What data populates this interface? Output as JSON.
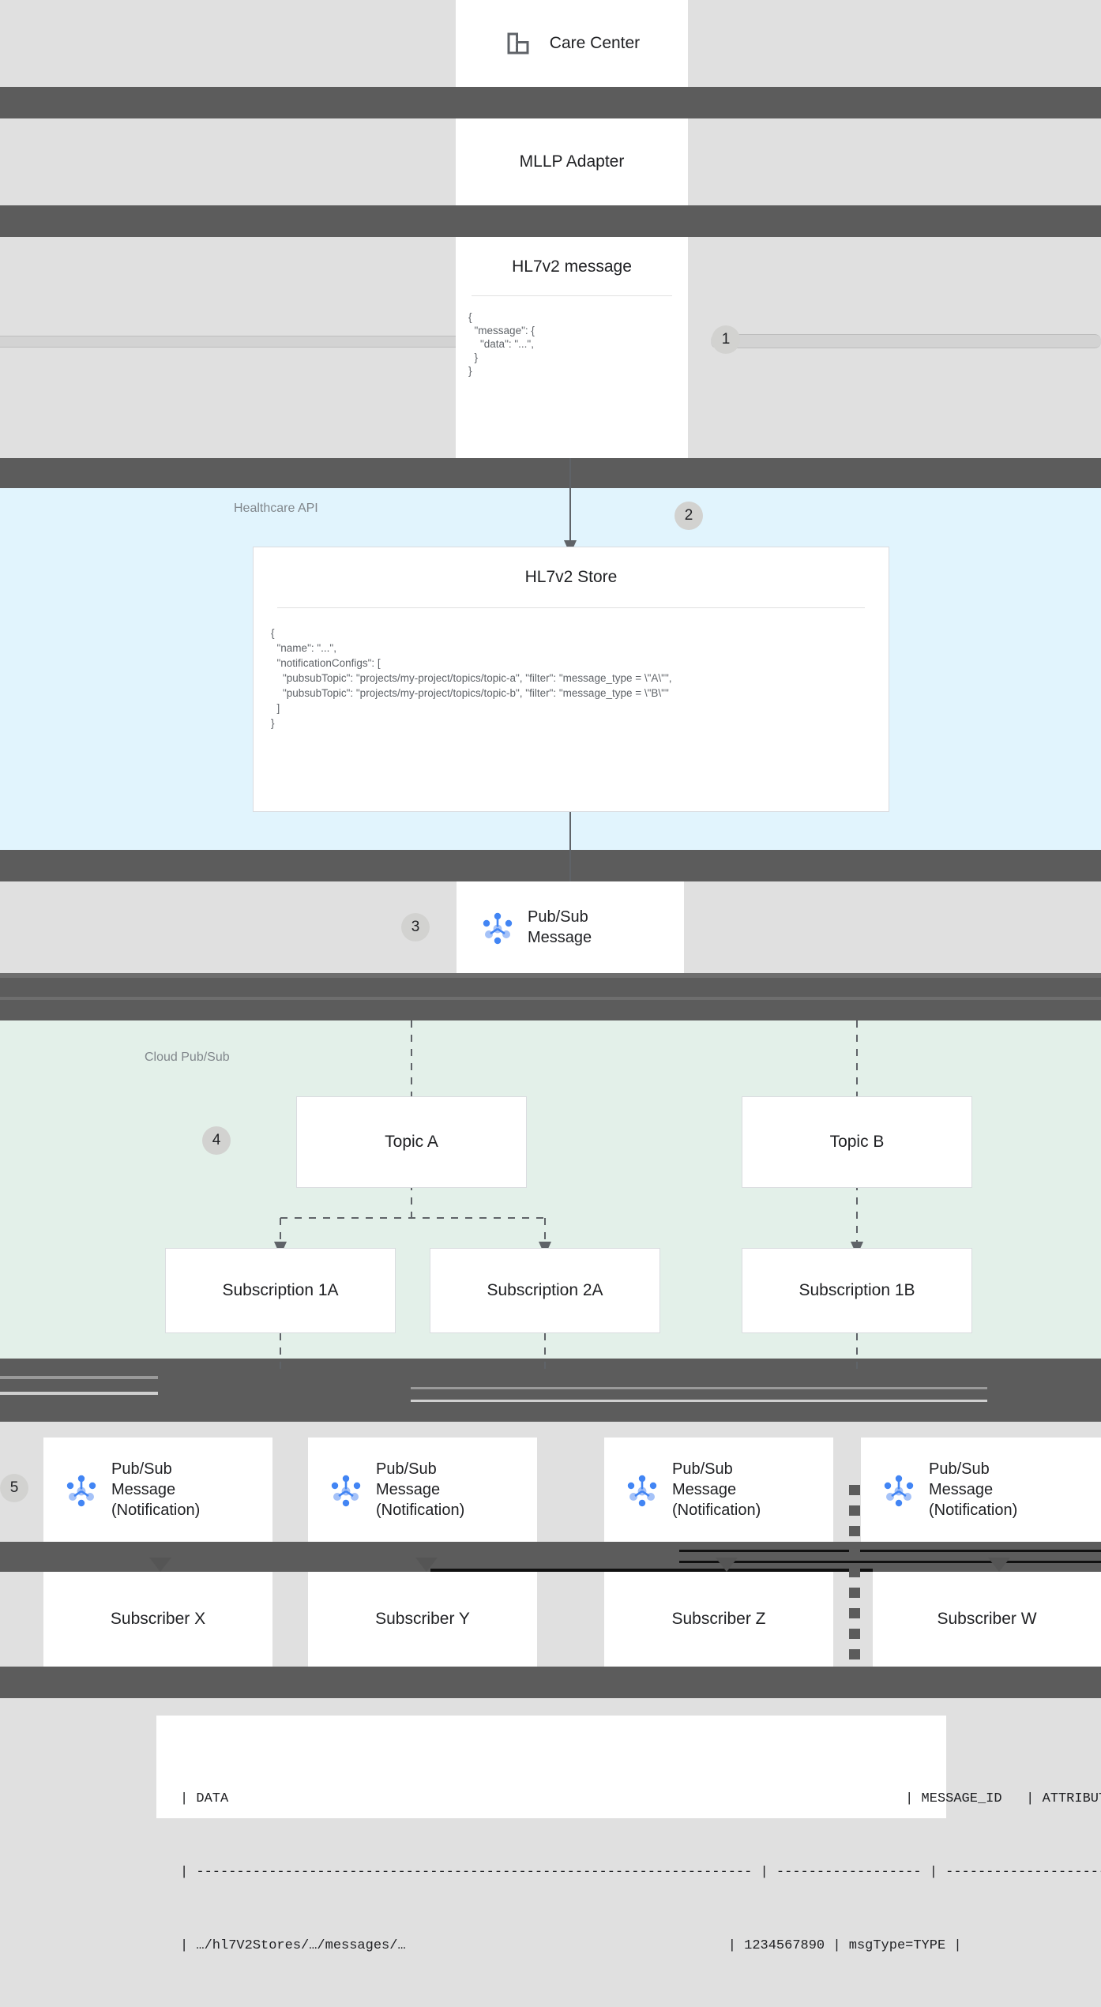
{
  "diagram": {
    "title": "Healthcare API HL7v2 Pub/Sub notification flow",
    "colors": {
      "band_grey": "#e0e0e0",
      "band_dark": "#5c5c5c",
      "healthcare_region": "#e1f4fd",
      "pubsub_region": "#e3f0e9",
      "card": "#ffffff",
      "card_border": "#dadce0",
      "step_badge": "#d2d2d0",
      "text": "#202124",
      "muted_text": "#5f6368",
      "region_label": "#80868b",
      "icon_blue_dark": "#4285f4",
      "icon_blue_light": "#a5c2f8"
    }
  },
  "steps": [
    {
      "id": "1",
      "label": "1"
    },
    {
      "id": "2",
      "label": "2"
    },
    {
      "id": "3",
      "label": "3"
    },
    {
      "id": "4",
      "label": "4"
    },
    {
      "id": "5",
      "label": "5"
    }
  ],
  "regions": {
    "healthcare_api": {
      "label": "Healthcare API"
    },
    "cloud_pubsub": {
      "label": "Cloud Pub/Sub"
    }
  },
  "nodes": {
    "care_center": {
      "label": "Care Center",
      "icon": "building-icon"
    },
    "mllp_adapter": {
      "label": "MLLP Adapter"
    },
    "hl7v2_message": {
      "title": "HL7v2 message",
      "body": "{\n  \"message\": {\n    \"data\": \"...\",\n  }\n}"
    },
    "hl7v2_store": {
      "title": "HL7v2 Store",
      "body": "{\n  \"name\": \"...\",\n  \"notificationConfigs\": [\n    \"pubsubTopic\": \"projects/my-project/topics/topic-a\", \"filter\": \"message_type = \\\"A\\\"\",\n    \"pubsubTopic\": \"projects/my-project/topics/topic-b\", \"filter\": \"message_type = \\\"B\\\"\"\n  ]\n}"
    },
    "pubsub_message": {
      "label": "Pub/Sub\nMessage",
      "icon": "pubsub-icon"
    },
    "topic_a": {
      "label": "Topic A"
    },
    "topic_b": {
      "label": "Topic B"
    },
    "subscription_1a": {
      "label": "Subscription 1A"
    },
    "subscription_2a": {
      "label": "Subscription 2A"
    },
    "subscription_1b": {
      "label": "Subscription 1B"
    }
  },
  "notifications": [
    {
      "id": "notif-x",
      "label": "Pub/Sub\nMessage\n(Notification)",
      "icon": "pubsub-icon"
    },
    {
      "id": "notif-y",
      "label": "Pub/Sub\nMessage\n(Notification)",
      "icon": "pubsub-icon"
    },
    {
      "id": "notif-z",
      "label": "Pub/Sub\nMessage\n(Notification)",
      "icon": "pubsub-icon"
    },
    {
      "id": "notif-w",
      "label": "Pub/Sub\nMessage\n(Notification)",
      "icon": "pubsub-icon"
    }
  ],
  "subscribers": [
    {
      "id": "subscriber-x",
      "label": "Subscriber X"
    },
    {
      "id": "subscriber-y",
      "label": "Subscriber Y"
    },
    {
      "id": "subscriber-z",
      "label": "Subscriber Z"
    },
    {
      "id": "subscriber-w",
      "label": "Subscriber W"
    }
  ],
  "console_output": {
    "header": "| DATA                                                                                    | MESSAGE_ID   | ATTRIBUTES        |",
    "rule": "| --------------------------------------------------------------------- | ------------------ | ------------------------ |",
    "row": "| …/hl7V2Stores/…/messages/…                                        | 1234567890 | msgType=TYPE |",
    "columns": [
      "DATA",
      "MESSAGE_ID",
      "ATTRIBUTES"
    ],
    "values": [
      "…/hl7V2Stores/…/messages/…",
      "1234567890",
      "msgType=TYPE"
    ]
  }
}
